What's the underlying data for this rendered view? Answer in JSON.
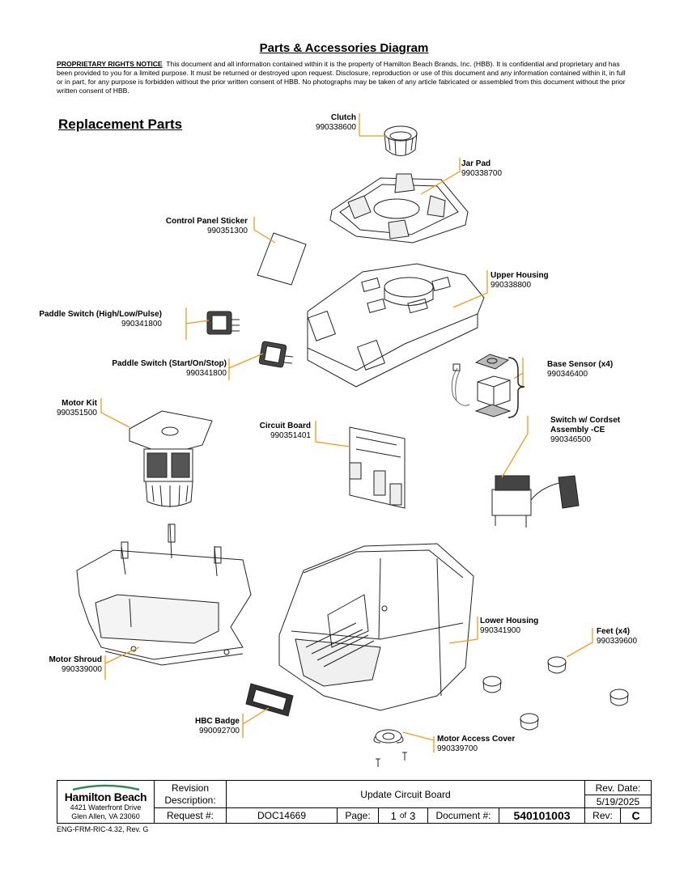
{
  "title": "Parts & Accessories Diagram",
  "notice": {
    "heading": "PROPRIETARY RIGHTS NOTICE",
    "body": "This document and all information contained within it is the property of Hamilton Beach Brands, Inc. (HBB).  It is confidential and proprietary and has been provided to you for a limited purpose.  It must be returned or destroyed upon request.  Disclosure, reproduction or use of this document and any information contained within it, in full or in part, for any purpose is forbidden without the prior written consent of HBB.  No photographs may be taken of any article fabricated or assembled from this document without the prior written consent of HBB."
  },
  "section_title": "Replacement Parts",
  "leader_color": "#f39c12",
  "parts": {
    "clutch": {
      "name": "Clutch",
      "number": "990338600"
    },
    "jar_pad": {
      "name": "Jar Pad",
      "number": "990338700"
    },
    "control_panel_sticker": {
      "name": "Control Panel Sticker",
      "number": "990351300"
    },
    "upper_housing": {
      "name": "Upper Housing",
      "number": "990338800"
    },
    "paddle_switch_hlp": {
      "name": "Paddle Switch (High/Low/Pulse)",
      "number": "990341800"
    },
    "paddle_switch_sos": {
      "name": "Paddle Switch (Start/On/Stop)",
      "number": "990341800"
    },
    "base_sensor": {
      "name": "Base Sensor (x4)",
      "number": "990346400"
    },
    "motor_kit": {
      "name": "Motor Kit",
      "number": "990351500"
    },
    "switch_cordset": {
      "name": "Switch w/ Cordset",
      "name2": "Assembly -CE",
      "number": "990346500"
    },
    "circuit_board": {
      "name": "Circuit Board",
      "number": "990351401"
    },
    "lower_housing": {
      "name": "Lower Housing",
      "number": "990341900"
    },
    "feet": {
      "name": "Feet (x4)",
      "number": "990339600"
    },
    "motor_shroud": {
      "name": "Motor Shroud",
      "number": "990339000"
    },
    "hbc_badge": {
      "name": "HBC Badge",
      "number": "990092700"
    },
    "motor_access_cover": {
      "name": "Motor Access Cover",
      "number": "990339700"
    }
  },
  "footer": {
    "brand": "Hamilton Beach",
    "address1": "4421 Waterfront Drive",
    "address2": "Glen Allen, VA  23060",
    "revision_label": "Revision",
    "description_label": "Description:",
    "description": "Update Circuit Board",
    "rev_date_label": "Rev. Date:",
    "rev_date": "5/19/2025",
    "request_label": "Request #:",
    "request": "DOC14669",
    "page_label": "Page:",
    "page": "1",
    "page_of": "of",
    "page_total": "3",
    "document_label": "Document #:",
    "document": "540101003",
    "rev_label": "Rev:",
    "rev": "C"
  },
  "form_id": "ENG-FRM-RIC-4.32, Rev. G"
}
